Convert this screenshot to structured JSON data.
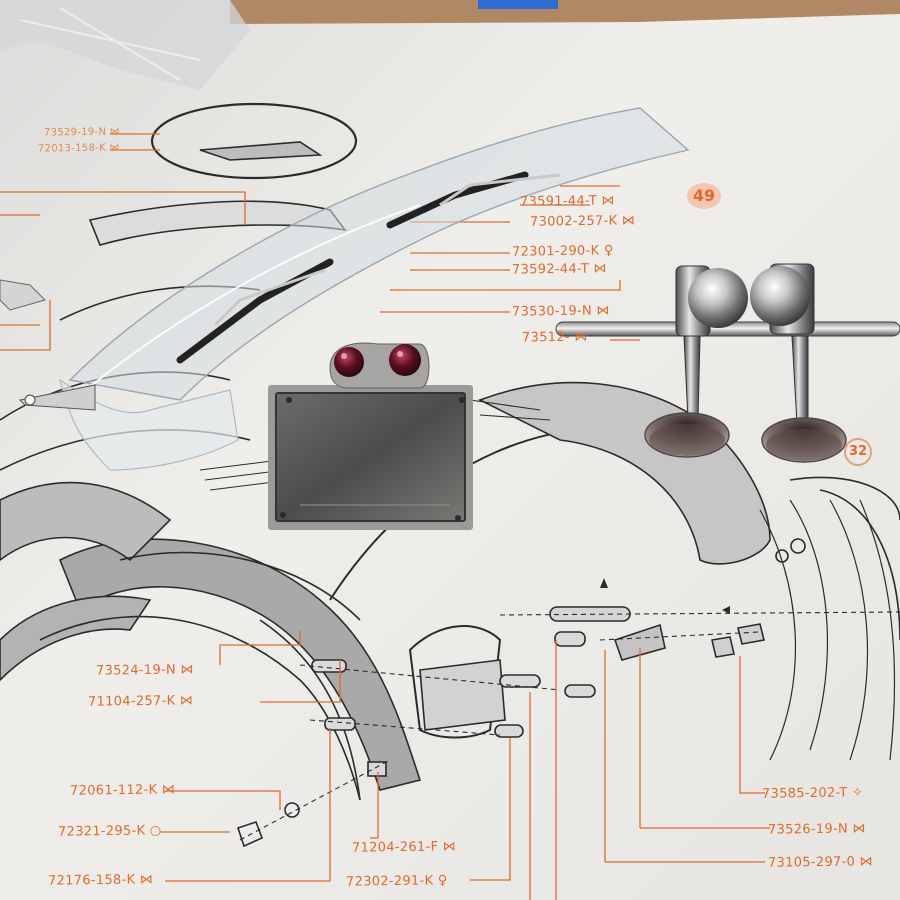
{
  "photo": {
    "step_badges": [
      {
        "text": "49",
        "style": "filled"
      },
      {
        "text": "32",
        "style": "outline"
      }
    ],
    "labels_top": [
      {
        "text": "73529-19-N",
        "symbol": "bowtie"
      },
      {
        "text": "72013-158-K",
        "symbol": "bowtie"
      },
      {
        "text": "73591-44-T",
        "symbol": "bowtie"
      },
      {
        "text": "73002-257-K",
        "symbol": "bowtie"
      },
      {
        "text": "72301-290-K",
        "symbol": "bulb"
      },
      {
        "text": "73592-44-T",
        "symbol": "bowtie"
      },
      {
        "text": "73530-19-N",
        "symbol": "bowtie"
      },
      {
        "text": "73512-",
        "symbol": "bowtie"
      }
    ],
    "labels_bottom_left": [
      {
        "text": "73524-19-N",
        "symbol": "bowtie"
      },
      {
        "text": "71104-257-K",
        "symbol": "bowtie"
      },
      {
        "text": "72061-112-K",
        "symbol": "bowtie"
      },
      {
        "text": "72321-295-K",
        "symbol": "circle"
      },
      {
        "text": "72176-158-K",
        "symbol": "bowtie"
      },
      {
        "text": "71204-261-F",
        "symbol": "bowtie"
      },
      {
        "text": "72302-291-K",
        "symbol": "bulb"
      }
    ],
    "labels_bottom_right": [
      {
        "text": "73585-202-T",
        "symbol": "star"
      },
      {
        "text": "73526-19-N",
        "symbol": "bowtie"
      },
      {
        "text": "73105-297-0",
        "symbol": "bowtie"
      }
    ],
    "symbol_glyphs": {
      "bowtie": "⋈",
      "bulb": "♀",
      "circle": "○",
      "star": "✧"
    },
    "colors": {
      "paper": "#efeeea",
      "print_orange": "#e06a2e",
      "ink": "#2b2b2b",
      "shading": "#9a9a9a",
      "clear_plastic": "#d9dfe3",
      "plate_metal": "#555453",
      "chrome": "#b9b9bb",
      "red_lens": "#5a1020",
      "wood_table": "#b08866"
    }
  }
}
